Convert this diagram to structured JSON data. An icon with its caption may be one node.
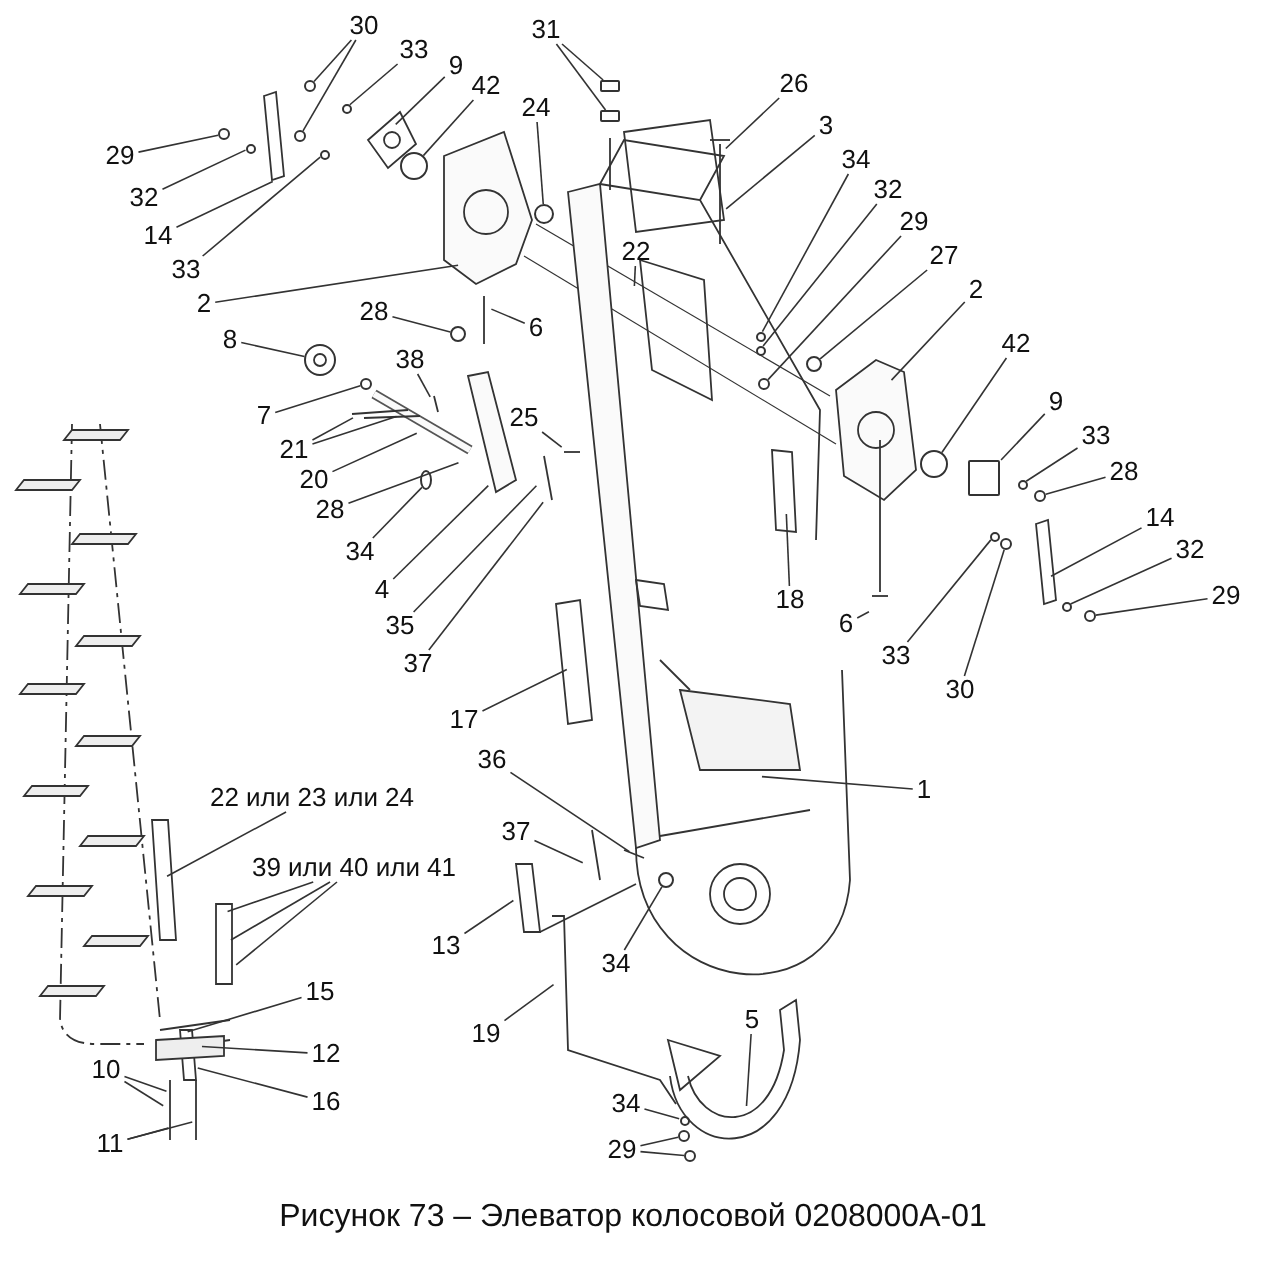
{
  "diagram": {
    "caption": "Рисунок 73 – Элеватор колосовой 0208000А-01",
    "nodes": [
      {
        "text": [
          "30"
        ]
      },
      {
        "text": [
          "31"
        ]
      },
      {
        "text": [
          "33"
        ]
      },
      {
        "text": [
          "9"
        ]
      },
      {
        "text": [
          "26"
        ]
      },
      {
        "text": [
          "42"
        ]
      },
      {
        "text": [
          "24"
        ]
      },
      {
        "text": [
          "3"
        ]
      },
      {
        "text": [
          "29"
        ]
      },
      {
        "text": [
          "34"
        ]
      },
      {
        "text": [
          "32"
        ]
      },
      {
        "text": [
          "32"
        ]
      },
      {
        "text": [
          "29"
        ]
      },
      {
        "text": [
          "14"
        ]
      },
      {
        "text": [
          "22"
        ]
      },
      {
        "text": [
          "27"
        ]
      },
      {
        "text": [
          "33"
        ]
      },
      {
        "text": [
          "2"
        ]
      },
      {
        "text": [
          "2"
        ]
      },
      {
        "text": [
          "28"
        ]
      },
      {
        "text": [
          "6"
        ]
      },
      {
        "text": [
          "8"
        ]
      },
      {
        "text": [
          "42"
        ]
      },
      {
        "text": [
          "38"
        ]
      },
      {
        "text": [
          "9"
        ]
      },
      {
        "text": [
          "7"
        ]
      },
      {
        "text": [
          "25"
        ]
      },
      {
        "text": [
          "33"
        ]
      },
      {
        "text": [
          "21"
        ]
      },
      {
        "text": [
          "28"
        ]
      },
      {
        "text": [
          "20"
        ]
      },
      {
        "text": [
          "28"
        ]
      },
      {
        "text": [
          "14"
        ]
      },
      {
        "text": [
          "32"
        ]
      },
      {
        "text": [
          "34"
        ]
      },
      {
        "text": [
          "4"
        ]
      },
      {
        "text": [
          "29"
        ]
      },
      {
        "text": [
          "18"
        ]
      },
      {
        "text": [
          "6"
        ]
      },
      {
        "text": [
          "35"
        ]
      },
      {
        "text": [
          "33"
        ]
      },
      {
        "text": [
          "37"
        ]
      },
      {
        "text": [
          "30"
        ]
      },
      {
        "text": [
          "17"
        ]
      },
      {
        "text": [
          "36"
        ]
      },
      {
        "text": [
          "1"
        ]
      },
      {
        "text": [
          "22 или 23 или 24"
        ]
      },
      {
        "text": [
          "37"
        ]
      },
      {
        "text": [
          "39 или 40 или 41"
        ]
      },
      {
        "text": [
          "13"
        ]
      },
      {
        "text": [
          "34"
        ]
      },
      {
        "text": [
          "15"
        ]
      },
      {
        "text": [
          "5"
        ]
      },
      {
        "text": [
          "19"
        ]
      },
      {
        "text": [
          "12"
        ]
      },
      {
        "text": [
          "10"
        ]
      },
      {
        "text": [
          "16"
        ]
      },
      {
        "text": [
          "34"
        ]
      },
      {
        "text": [
          "11"
        ]
      },
      {
        "text": [
          "29"
        ]
      },
      {
        "text": [],
        "shape": "circle"
      },
      {
        "text": [],
        "shape": "circle"
      },
      {
        "text": [],
        "shape": "box"
      },
      {
        "text": [],
        "shape": "box"
      },
      {
        "text": [],
        "shape": "circle"
      },
      {
        "text": [],
        "shape": "circle"
      },
      {
        "text": [],
        "shape": "circle"
      },
      {
        "text": [],
        "shape": "circle"
      },
      {
        "text": [],
        "shape": "circle"
      },
      {
        "text": [],
        "shape": "circle"
      },
      {
        "text": [],
        "shape": "circle"
      },
      {
        "text": [],
        "shape": "circle"
      },
      {
        "text": [],
        "shape": "circle"
      },
      {
        "text": [],
        "shape": "circle"
      },
      {
        "text": [],
        "shape": "circle"
      },
      {
        "text": [],
        "shape": "circle"
      },
      {
        "text": [],
        "shape": "circle"
      },
      {
        "text": [],
        "shape": "circle"
      },
      {
        "text": [],
        "shape": "circle"
      },
      {
        "text": [],
        "shape": "circle"
      },
      {
        "text": [],
        "shape": "circle"
      },
      {
        "text": [],
        "shape": "circle"
      },
      {
        "text": [],
        "shape": "circle"
      },
      {
        "text": [],
        "shape": "circle"
      },
      {
        "text": [],
        "shape": "circle"
      },
      {
        "text": [],
        "shape": "circle"
      },
      {
        "text": [],
        "shape": "circle"
      },
      {
        "text": [],
        "shape": "circle"
      },
      {
        "text": [],
        "shape": "circle"
      },
      {
        "text": [],
        "shape": "box"
      }
    ],
    "edges": [
      {
        "from": 0,
        "to": 60,
        "arrow": "none"
      },
      {
        "from": 0,
        "to": 61,
        "arrow": "none"
      },
      {
        "from": 1,
        "to": 62,
        "arrow": "none"
      },
      {
        "from": 1,
        "to": 63,
        "arrow": "none"
      },
      {
        "from": 2,
        "to": 64,
        "arrow": "none"
      },
      {
        "from": 3,
        "to": null,
        "arrow": "none"
      },
      {
        "from": 4,
        "to": null,
        "arrow": "none"
      },
      {
        "from": 5,
        "to": 65,
        "arrow": "none"
      },
      {
        "from": 6,
        "to": 66,
        "arrow": "none"
      },
      {
        "from": 7,
        "to": null,
        "arrow": "none"
      },
      {
        "from": 8,
        "to": 67,
        "arrow": "none"
      },
      {
        "from": 9,
        "to": 68,
        "arrow": "none"
      },
      {
        "from": 10,
        "to": 69,
        "arrow": "none"
      },
      {
        "from": 11,
        "to": 70,
        "arrow": "none"
      },
      {
        "from": 12,
        "to": 71,
        "arrow": "none"
      },
      {
        "from": 13,
        "to": null,
        "arrow": "none"
      },
      {
        "from": 14,
        "to": null,
        "arrow": "none"
      },
      {
        "from": 15,
        "to": 72,
        "arrow": "none"
      },
      {
        "from": 16,
        "to": 73,
        "arrow": "none"
      },
      {
        "from": 17,
        "to": null,
        "arrow": "none"
      },
      {
        "from": 18,
        "to": null,
        "arrow": "none"
      },
      {
        "from": 19,
        "to": 74,
        "arrow": "none"
      },
      {
        "from": 20,
        "to": null,
        "arrow": "none"
      },
      {
        "from": 21,
        "to": 75,
        "arrow": "none"
      },
      {
        "from": 22,
        "to": 76,
        "arrow": "none"
      },
      {
        "from": 23,
        "to": null,
        "arrow": "none"
      },
      {
        "from": 24,
        "to": 89,
        "arrow": "none"
      },
      {
        "from": 25,
        "to": 77,
        "arrow": "none"
      },
      {
        "from": 26,
        "to": null,
        "arrow": "none"
      },
      {
        "from": 27,
        "to": 78,
        "arrow": "none"
      },
      {
        "from": 28,
        "to": null,
        "arrow": "none"
      },
      {
        "from": 28,
        "to": null,
        "arrow": "none"
      },
      {
        "from": 29,
        "to": 79,
        "arrow": "none"
      },
      {
        "from": 30,
        "to": null,
        "arrow": "none"
      },
      {
        "from": 31,
        "to": null,
        "arrow": "none"
      },
      {
        "from": 32,
        "to": null,
        "arrow": "none"
      },
      {
        "from": 33,
        "to": 80,
        "arrow": "none"
      },
      {
        "from": 34,
        "to": 88,
        "arrow": "none"
      },
      {
        "from": 35,
        "to": null,
        "arrow": "none"
      },
      {
        "from": 36,
        "to": 81,
        "arrow": "none"
      },
      {
        "from": 37,
        "to": null,
        "arrow": "none"
      },
      {
        "from": 38,
        "to": null,
        "arrow": "none"
      },
      {
        "from": 39,
        "to": null,
        "arrow": "none"
      },
      {
        "from": 40,
        "to": 82,
        "arrow": "none"
      },
      {
        "from": 41,
        "to": null,
        "arrow": "none"
      },
      {
        "from": 42,
        "to": 83,
        "arrow": "none"
      },
      {
        "from": 43,
        "to": null,
        "arrow": "none"
      },
      {
        "from": 44,
        "to": null,
        "arrow": "none"
      },
      {
        "from": 45,
        "to": null,
        "arrow": "none"
      },
      {
        "from": 46,
        "to": null,
        "arrow": "none"
      },
      {
        "from": 47,
        "to": null,
        "arrow": "none"
      },
      {
        "from": 48,
        "to": null,
        "arrow": "none"
      },
      {
        "from": 48,
        "to": null,
        "arrow": "none"
      },
      {
        "from": 48,
        "to": null,
        "arrow": "none"
      },
      {
        "from": 49,
        "to": null,
        "arrow": "none"
      },
      {
        "from": 50,
        "to": 84,
        "arrow": "none"
      },
      {
        "from": 51,
        "to": null,
        "arrow": "none"
      },
      {
        "from": 52,
        "to": null,
        "arrow": "none"
      },
      {
        "from": 53,
        "to": null,
        "arrow": "none"
      },
      {
        "from": 54,
        "to": null,
        "arrow": "none"
      },
      {
        "from": 55,
        "to": null,
        "arrow": "none"
      },
      {
        "from": 55,
        "to": null,
        "arrow": "none"
      },
      {
        "from": 56,
        "to": null,
        "arrow": "none"
      },
      {
        "from": 57,
        "to": 85,
        "arrow": "none"
      },
      {
        "from": 58,
        "to": null,
        "arrow": "none"
      },
      {
        "from": 58,
        "to": null,
        "arrow": "none"
      },
      {
        "from": 59,
        "to": 86,
        "arrow": "none"
      },
      {
        "from": 59,
        "to": 87,
        "arrow": "none"
      }
    ]
  }
}
